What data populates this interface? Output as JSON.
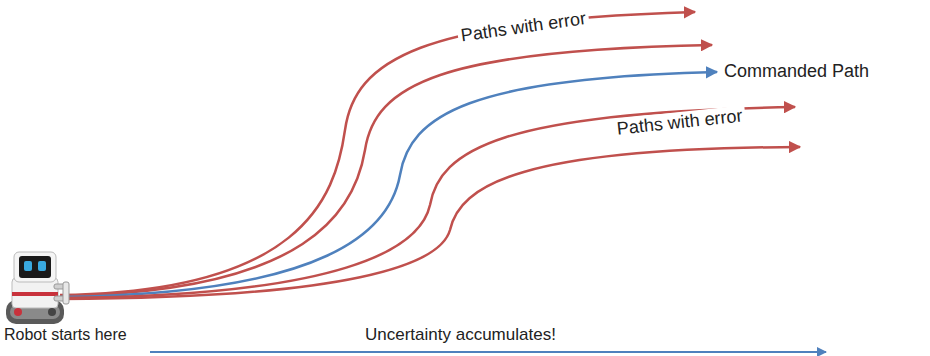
{
  "diagram": {
    "labels": [
      "Paths with error",
      "Commanded Path",
      "Paths with error",
      "Robot starts here",
      "Uncertainty accumulates!"
    ]
  }
}
